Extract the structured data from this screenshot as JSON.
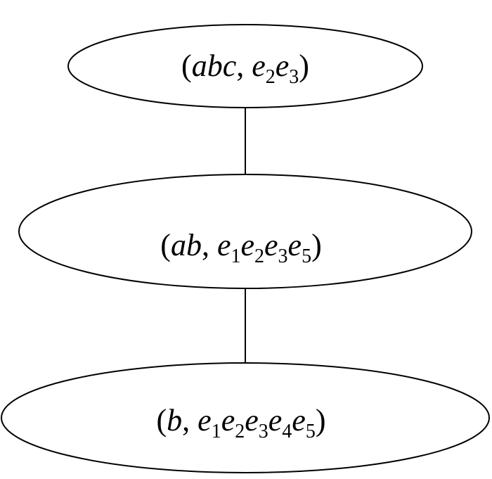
{
  "diagram": {
    "type": "hierarchy",
    "line_color": "#000000",
    "fill_color": "#ffffff",
    "nodes": [
      {
        "id": "top",
        "segments": [
          {
            "t": "(",
            "style": "normal"
          },
          {
            "t": "abc",
            "style": "italic"
          },
          {
            "t": ", ",
            "style": "normal"
          },
          {
            "t": "e",
            "style": "italic"
          },
          {
            "t": "2",
            "style": "sub"
          },
          {
            "t": "e",
            "style": "italic"
          },
          {
            "t": "3",
            "style": "sub"
          },
          {
            "t": ")",
            "style": "normal"
          }
        ]
      },
      {
        "id": "middle",
        "segments": [
          {
            "t": "(",
            "style": "normal"
          },
          {
            "t": "ab",
            "style": "italic"
          },
          {
            "t": ", ",
            "style": "normal"
          },
          {
            "t": "e",
            "style": "italic"
          },
          {
            "t": "1",
            "style": "sub"
          },
          {
            "t": "e",
            "style": "italic"
          },
          {
            "t": "2",
            "style": "sub"
          },
          {
            "t": "e",
            "style": "italic"
          },
          {
            "t": "3",
            "style": "sub"
          },
          {
            "t": "e",
            "style": "italic"
          },
          {
            "t": "5",
            "style": "sub"
          },
          {
            "t": ")",
            "style": "normal"
          }
        ]
      },
      {
        "id": "bottom",
        "segments": [
          {
            "t": "(",
            "style": "normal"
          },
          {
            "t": "b",
            "style": "italic"
          },
          {
            "t": ", ",
            "style": "normal"
          },
          {
            "t": "e",
            "style": "italic"
          },
          {
            "t": "1",
            "style": "sub"
          },
          {
            "t": "e",
            "style": "italic"
          },
          {
            "t": "2",
            "style": "sub"
          },
          {
            "t": "e",
            "style": "italic"
          },
          {
            "t": "3",
            "style": "sub"
          },
          {
            "t": "e",
            "style": "italic"
          },
          {
            "t": "4",
            "style": "sub"
          },
          {
            "t": "e",
            "style": "italic"
          },
          {
            "t": "5",
            "style": "sub"
          },
          {
            "t": ")",
            "style": "normal"
          }
        ]
      }
    ],
    "edges": [
      {
        "from": "top",
        "to": "middle"
      },
      {
        "from": "middle",
        "to": "bottom"
      }
    ]
  }
}
